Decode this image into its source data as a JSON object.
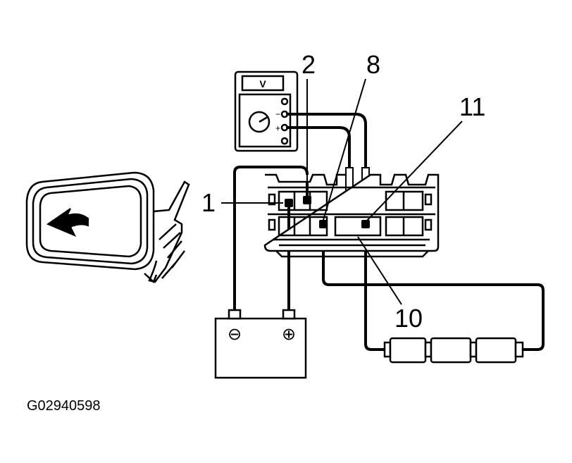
{
  "figure_code": "G02940598",
  "meter": {
    "display": "V",
    "minus_sign": "−",
    "plus_sign": "+"
  },
  "terminals": {
    "t1": "1",
    "t2": "2",
    "t8": "8",
    "t10": "10",
    "t11": "11"
  },
  "battery": {
    "negative": "⊖",
    "positive": "⊕"
  },
  "colors": {
    "line": "#000000",
    "paper": "#ffffff"
  },
  "icons": [
    "mirror-icon",
    "arrow-left-icon",
    "voltmeter-icon",
    "battery-icon",
    "connector-icon",
    "resistor-icon"
  ]
}
